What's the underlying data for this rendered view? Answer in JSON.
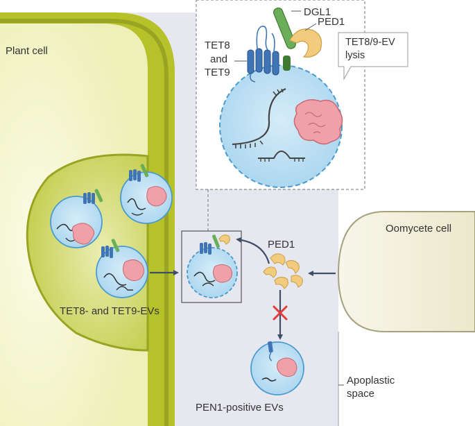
{
  "labels": {
    "plant_cell": "Plant cell",
    "oomycete_cell": "Oomycete cell",
    "dgl1": "DGL1",
    "ped1_top": "PED1",
    "tet8": "TET8",
    "and": "and",
    "tet9": "TET9",
    "lysis_line1": "TET8/9-EV",
    "lysis_line2": "lysis",
    "ped1_mid": "PED1",
    "tet_evs": "TET8- and TET9-EVs",
    "pen1_evs": "PEN1-positive EVs",
    "apoplastic_line1": "Apoplastic",
    "apoplastic_line2": "space"
  },
  "colors": {
    "apoplast": "#e6e7ef",
    "plant_wall": "#b7c12a",
    "plant_wall_dark": "#8e9820",
    "cytoplasm": "#f3f4c6",
    "ev_fill": "#bfe1f3",
    "ev_border": "#4a9ad0",
    "tet_blue": "#3f74b5",
    "dgl1_green": "#6bae5a",
    "ped1_yellow": "#f2cb7c",
    "cargo_pink": "#f0a0a8",
    "block_red": "#e23a3a",
    "oomycete_fill": "#f3f1e2",
    "arrow": "#3e4e66"
  }
}
